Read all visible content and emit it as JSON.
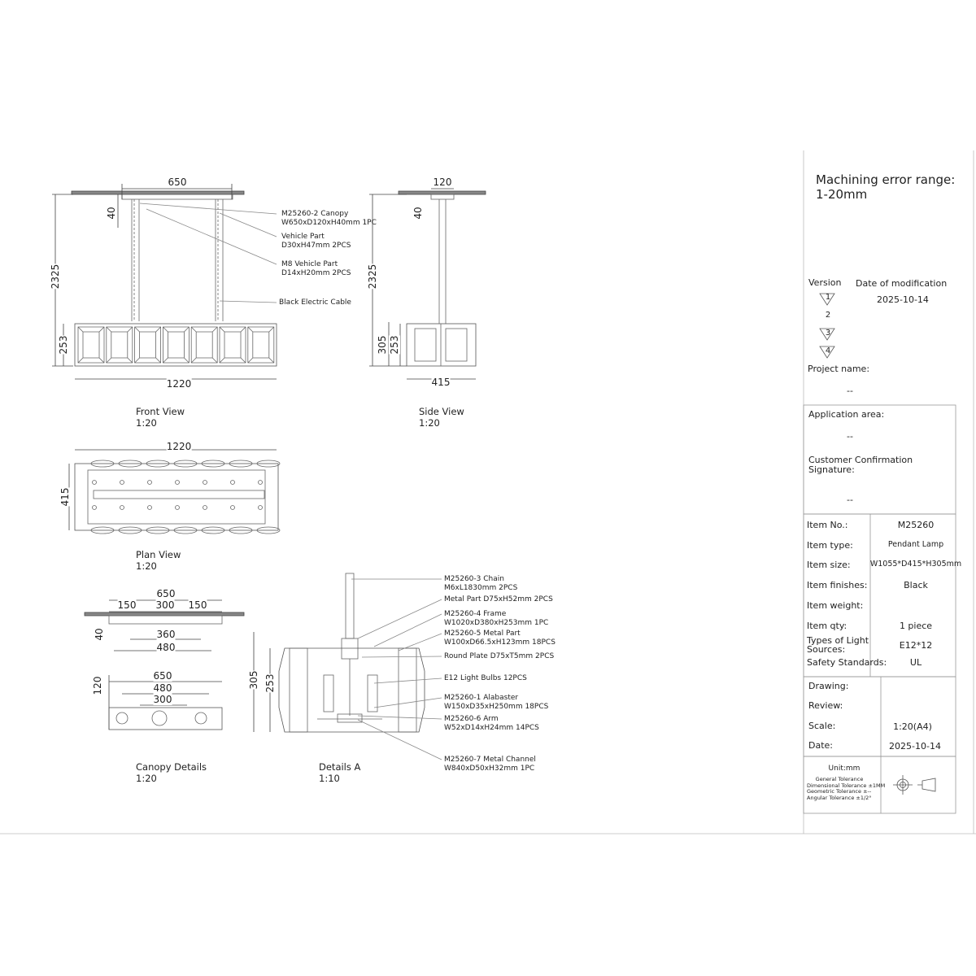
{
  "dimensions": {
    "front": {
      "canopy_width": "650",
      "canopy_height": "40",
      "total_height": "2325",
      "body_height": "253",
      "body_width": "1220"
    },
    "side": {
      "canopy_width": "120",
      "canopy_height": "40",
      "total_height": "2325",
      "overall_height": "305",
      "body_height": "253",
      "body_width": "415"
    },
    "plan": {
      "width": "1220",
      "depth": "415"
    },
    "canopy_details": {
      "width": "650",
      "left": "150",
      "middle": "300",
      "right": "150",
      "height": "40",
      "inner": "360",
      "outer": "480",
      "bottom_depth": "120",
      "bottom_width": "650",
      "bottom_outer": "480",
      "bottom_inner": "300"
    },
    "details_a": {
      "overall_height": "305",
      "body_height": "253"
    }
  },
  "views": {
    "front": {
      "title": "Front View",
      "scale": "1:20"
    },
    "side": {
      "title": "Side View",
      "scale": "1:20"
    },
    "plan": {
      "title": "Plan View",
      "scale": "1:20"
    },
    "canopy": {
      "title": "Canopy Details",
      "scale": "1:20"
    },
    "details_a": {
      "title": "Details A",
      "scale": "1:10"
    }
  },
  "front_callouts": [
    {
      "l1": "M25260-2 Canopy",
      "l2": "W650xD120xH40mm 1PC"
    },
    {
      "l1": "Vehicle Part",
      "l2": "D30xH47mm 2PCS"
    },
    {
      "l1": "M8 Vehicle Part",
      "l2": "D14xH20mm 2PCS"
    },
    {
      "l1": "Black Electric Cable",
      "l2": ""
    }
  ],
  "detail_callouts": [
    {
      "l1": "M25260-3 Chain",
      "l2": "M6xL1830mm 2PCS"
    },
    {
      "l1": "Metal Part D75xH52mm 2PCS",
      "l2": ""
    },
    {
      "l1": "M25260-4 Frame",
      "l2": "W1020xD380xH253mm 1PC"
    },
    {
      "l1": "M25260-5 Metal Part",
      "l2": "W100xD66.5xH123mm 18PCS"
    },
    {
      "l1": "Round Plate D75xT5mm 2PCS",
      "l2": ""
    },
    {
      "l1": "E12 Light Bulbs 12PCS",
      "l2": ""
    },
    {
      "l1": "M25260-1 Alabaster",
      "l2": "W150xD35xH250mm 18PCS"
    },
    {
      "l1": "M25260-6 Arm",
      "l2": "W52xD14xH24mm 14PCS"
    },
    {
      "l1": "M25260-7 Metal Channel",
      "l2": "W840xD50xH32mm 1PC"
    }
  ],
  "title_block": {
    "machining_l1": "Machining error range:",
    "machining_l2": "1-20mm",
    "version_label": "Version",
    "date_mod_label": "Date of modification",
    "versions": [
      "1",
      "2",
      "3",
      "4"
    ],
    "date_mod": "2025-10-14",
    "project_label": "Project name:",
    "project_value": "--",
    "application_label": "Application area:",
    "application_value": "--",
    "customer_l1": "Customer Confirmation",
    "customer_l2": "Signature:",
    "customer_value": "--",
    "items": [
      {
        "label": "Item No.:",
        "value": "M25260"
      },
      {
        "label": "Item type:",
        "value": "Pendant Lamp"
      },
      {
        "label": "Item size:",
        "value": "W1055*D415*H305mm"
      },
      {
        "label": "Item finishes:",
        "value": "Black"
      },
      {
        "label": "Item weight:",
        "value": ""
      },
      {
        "label": "Item qty:",
        "value": "1 piece"
      },
      {
        "label": "Types of Light Sources:",
        "value": "E12*12"
      },
      {
        "label": "Safety Standards:",
        "value": "UL"
      }
    ],
    "drawing_label": "Drawing:",
    "review_label": "Review:",
    "scale_label": "Scale:",
    "scale_value": "1:20(A4)",
    "date_label": "Date:",
    "date_value": "2025-10-14",
    "unit": "Unit:mm",
    "tol1": "General Tolerance",
    "tol2": "Dimensional Tolerance ±1MM",
    "tol3": "Geometric Tolerance ±--",
    "tol4": "Angular Tolerance ±1/2°"
  }
}
